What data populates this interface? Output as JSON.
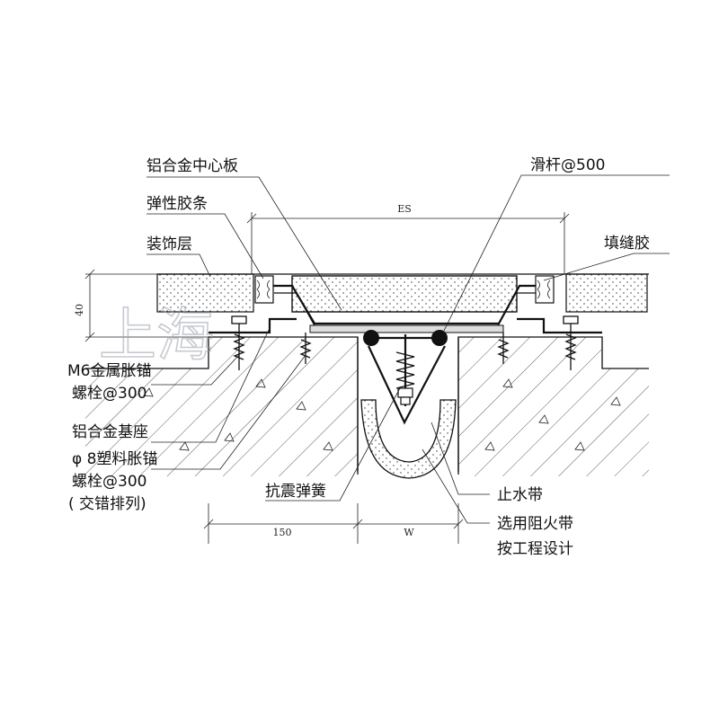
{
  "labels": {
    "center_plate": "铝合金中心板",
    "elastic_strip": "弹性胶条",
    "decor_layer": "装饰层",
    "m6_anchor_line1": "M6金属胀锚",
    "m6_anchor_line2": "螺栓@300",
    "base_seat": "铝合金基座",
    "plastic_anchor_line1": "φ 8塑料胀锚",
    "plastic_anchor_line2": "螺栓@300",
    "plastic_anchor_line3": "( 交错排列)",
    "seismic_spring": "抗震弹簧",
    "slide_bar": "滑杆@500",
    "filler_glue": "填缝胶",
    "water_stop": "止水带",
    "fire_barrier_line1": "选用阻火带",
    "fire_barrier_line2": "按工程设计"
  },
  "dimensions": {
    "es": "ES",
    "height": "40",
    "width_150": "150",
    "width_w": "W"
  },
  "watermark": "上海"
}
